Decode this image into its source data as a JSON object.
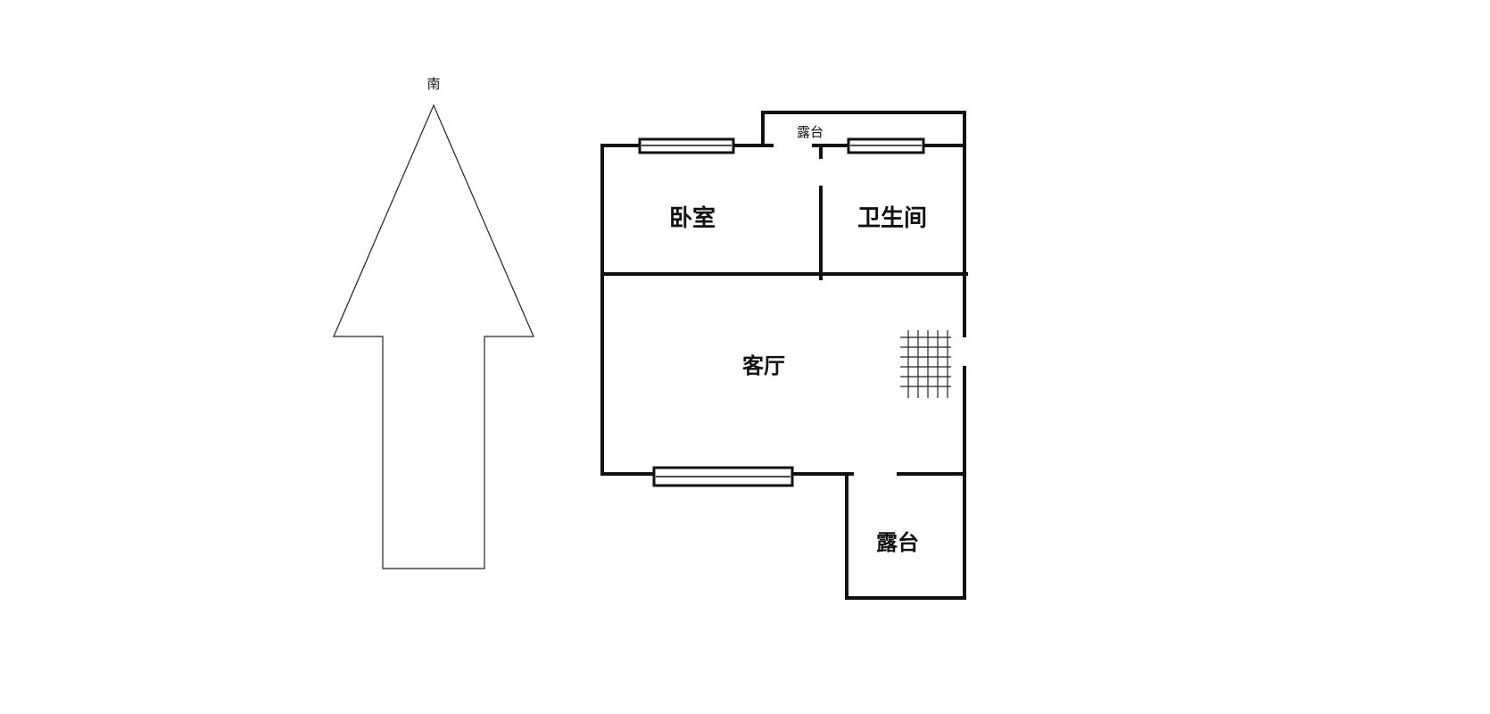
{
  "compass": {
    "label": "南"
  },
  "rooms": {
    "top_balcony": "露台",
    "bedroom": "卧室",
    "bathroom": "卫生间",
    "living_room": "客厅",
    "bottom_balcony": "露台"
  },
  "colors": {
    "wall": "#111111",
    "arrow_outline": "#222222",
    "background": "#ffffff"
  }
}
